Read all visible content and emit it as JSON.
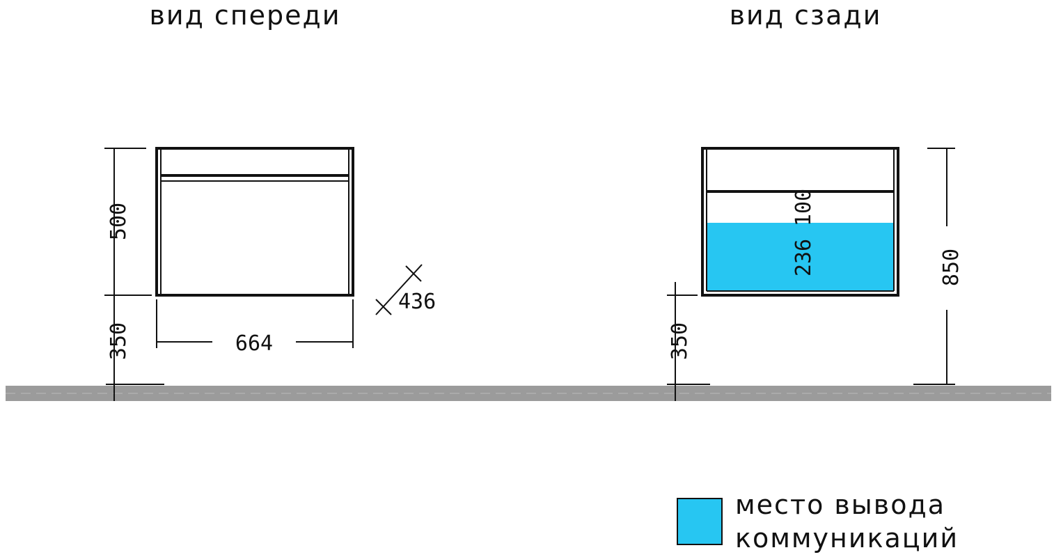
{
  "views": {
    "front": {
      "title": "вид спереди",
      "height": "500",
      "floor_gap": "350",
      "width": "664",
      "depth": "436"
    },
    "back": {
      "title": "вид сзади",
      "zone_top": "100",
      "zone_outlet": "236",
      "floor_gap": "350",
      "total_height": "850"
    }
  },
  "legend": {
    "line1": "место вывода",
    "line2": "коммуникаций"
  },
  "colors": {
    "outlet_zone": "#27c6f2",
    "floor": "#9b9b9b",
    "ink": "#111111"
  }
}
